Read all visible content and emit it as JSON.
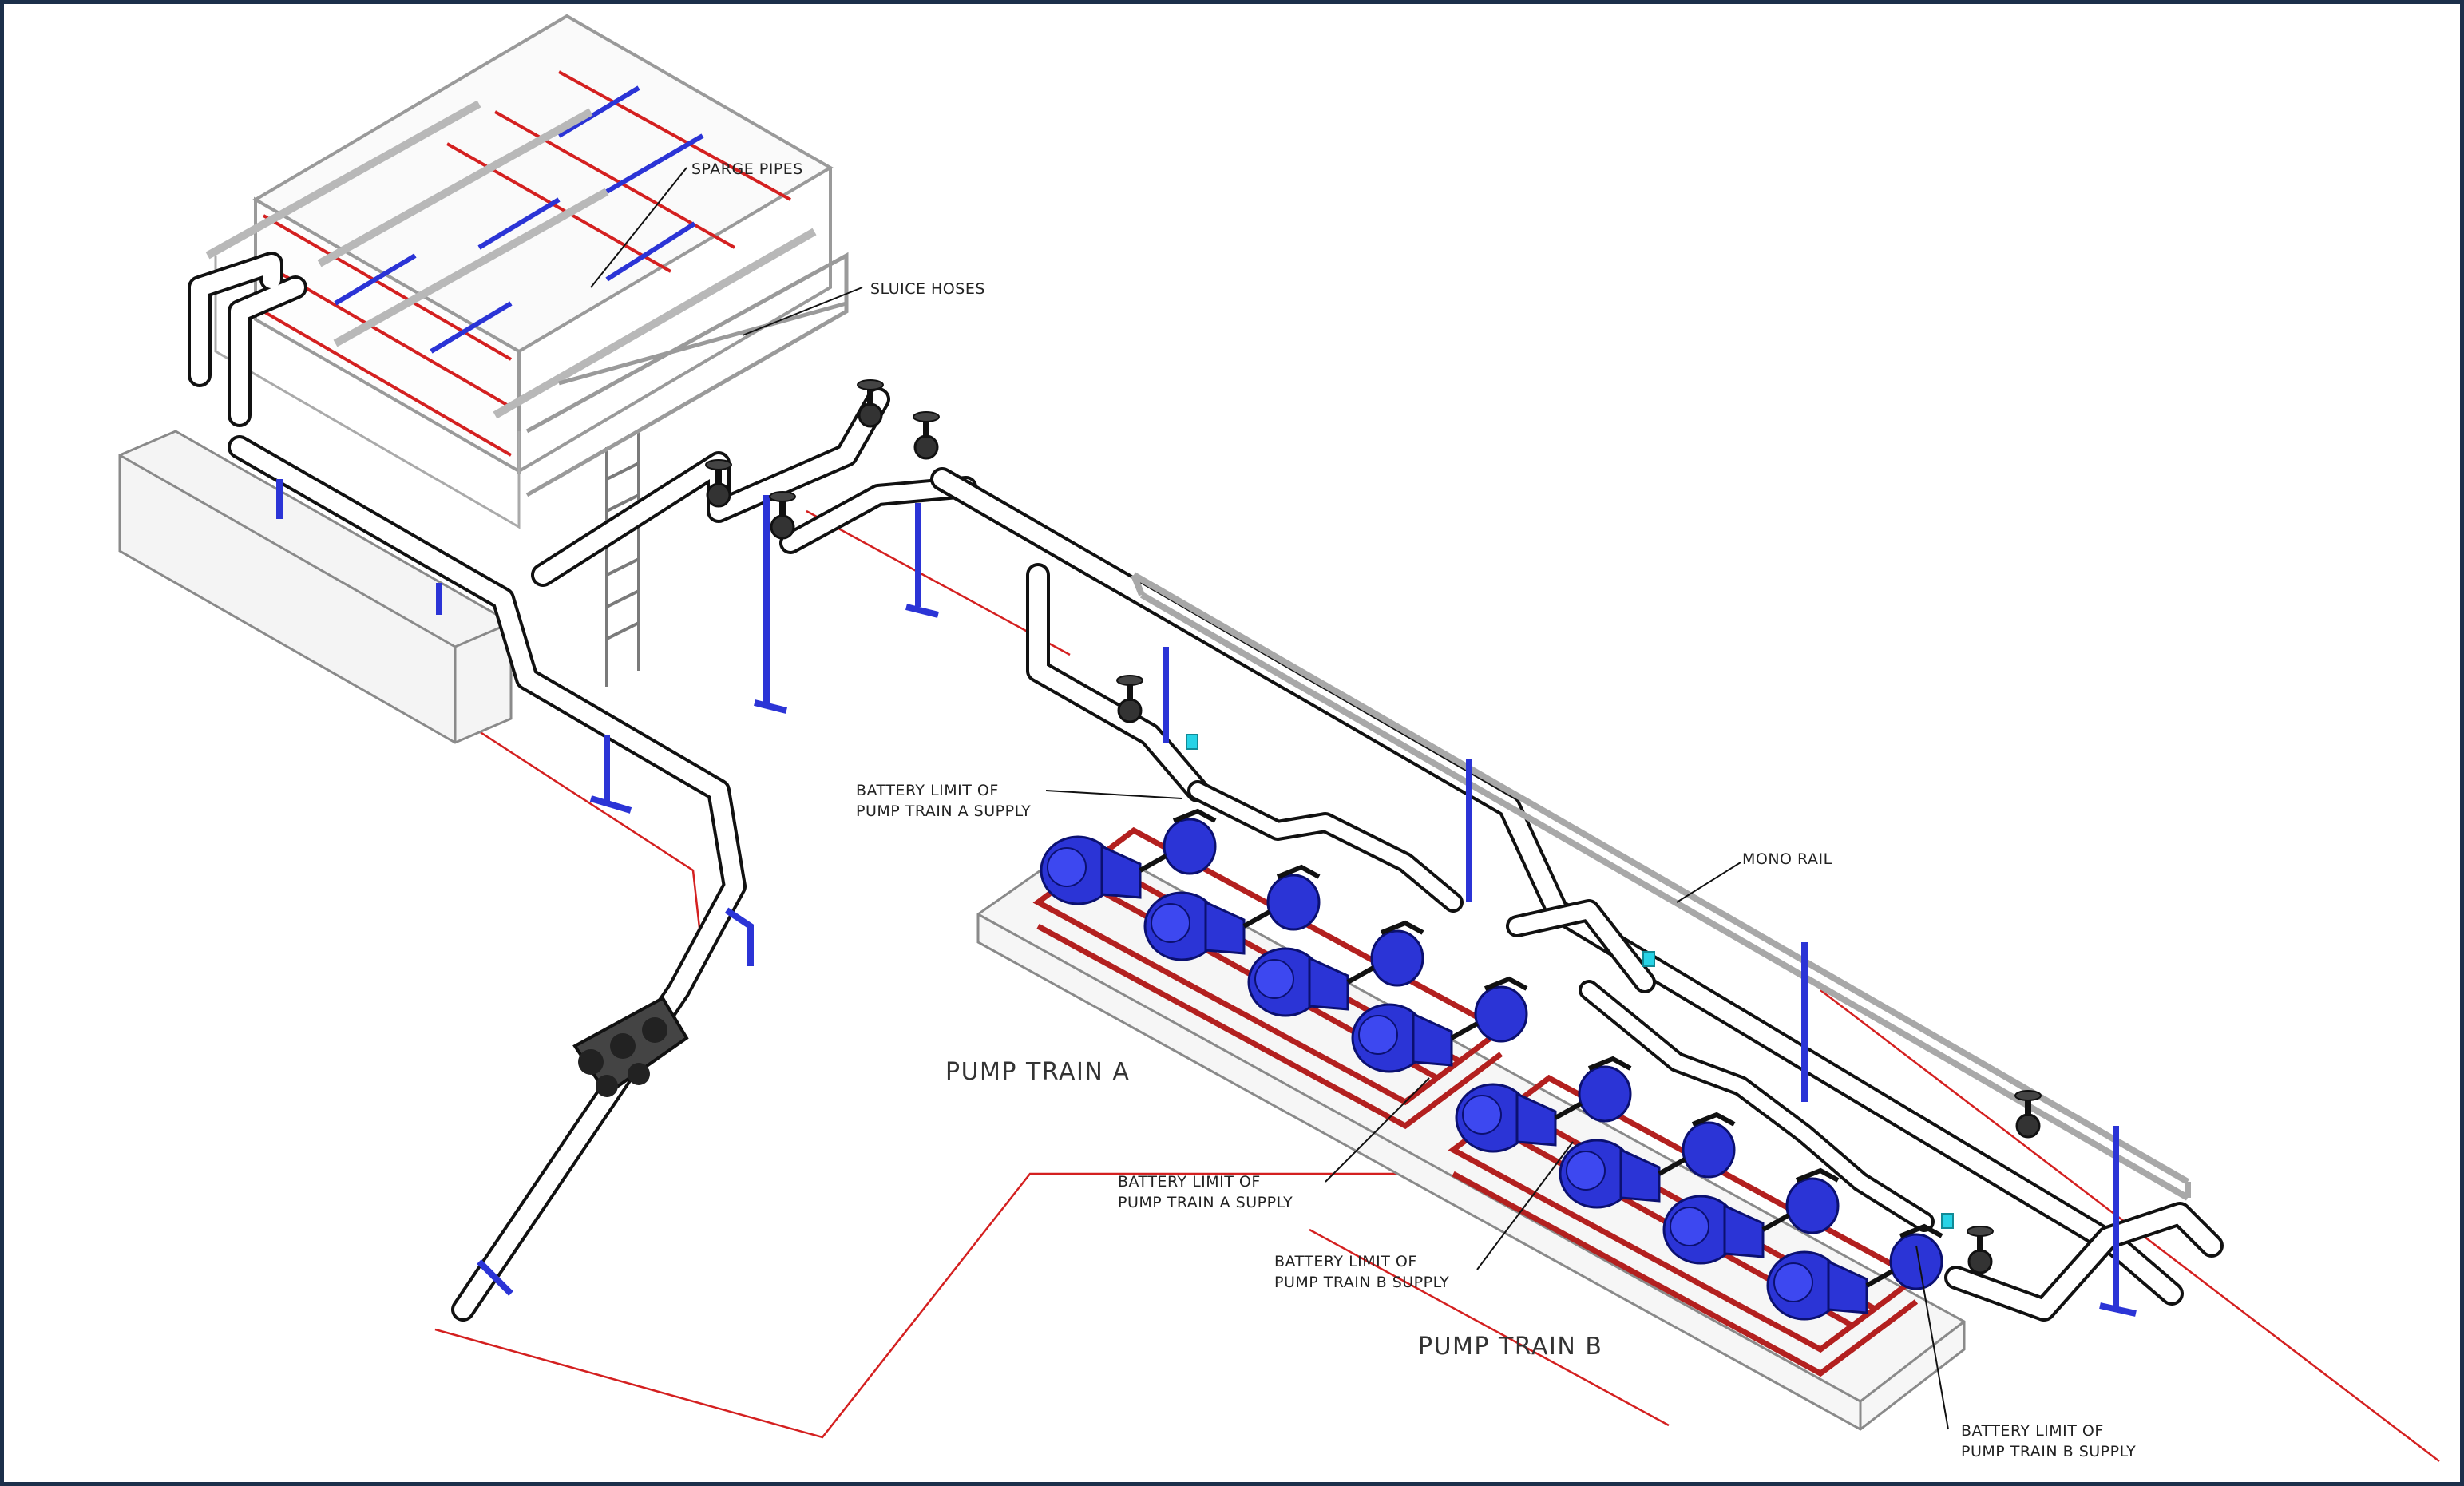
{
  "labels": {
    "sparge_pipes": "SPARGE PIPES",
    "sluice_hoses": "SLUICE HOSES",
    "mono_rail": "MONO RAIL",
    "bl_a_supply_1_line1": "BATTERY LIMIT OF",
    "bl_a_supply_1_line2": "PUMP TRAIN A SUPPLY",
    "bl_a_supply_2_line1": "BATTERY LIMIT OF",
    "bl_a_supply_2_line2": "PUMP TRAIN A SUPPLY",
    "bl_b_supply_1_line1": "BATTERY LIMIT OF",
    "bl_b_supply_1_line2": "PUMP TRAIN B SUPPLY",
    "bl_b_supply_2_line1": "BATTERY LIMIT OF",
    "bl_b_supply_2_line2": "PUMP TRAIN B SUPPLY",
    "pump_train_a": "PUMP TRAIN A",
    "pump_train_b": "PUMP TRAIN B"
  },
  "colors": {
    "frame": "#1c2f4a",
    "pump_motor": "#2b34d6",
    "pump_skid": "#b3201f",
    "support_steel": "#2b34d6",
    "site_boundary": "#d42020",
    "pipe_outline": "#111111",
    "flow_indicator": "#27d3e6"
  }
}
